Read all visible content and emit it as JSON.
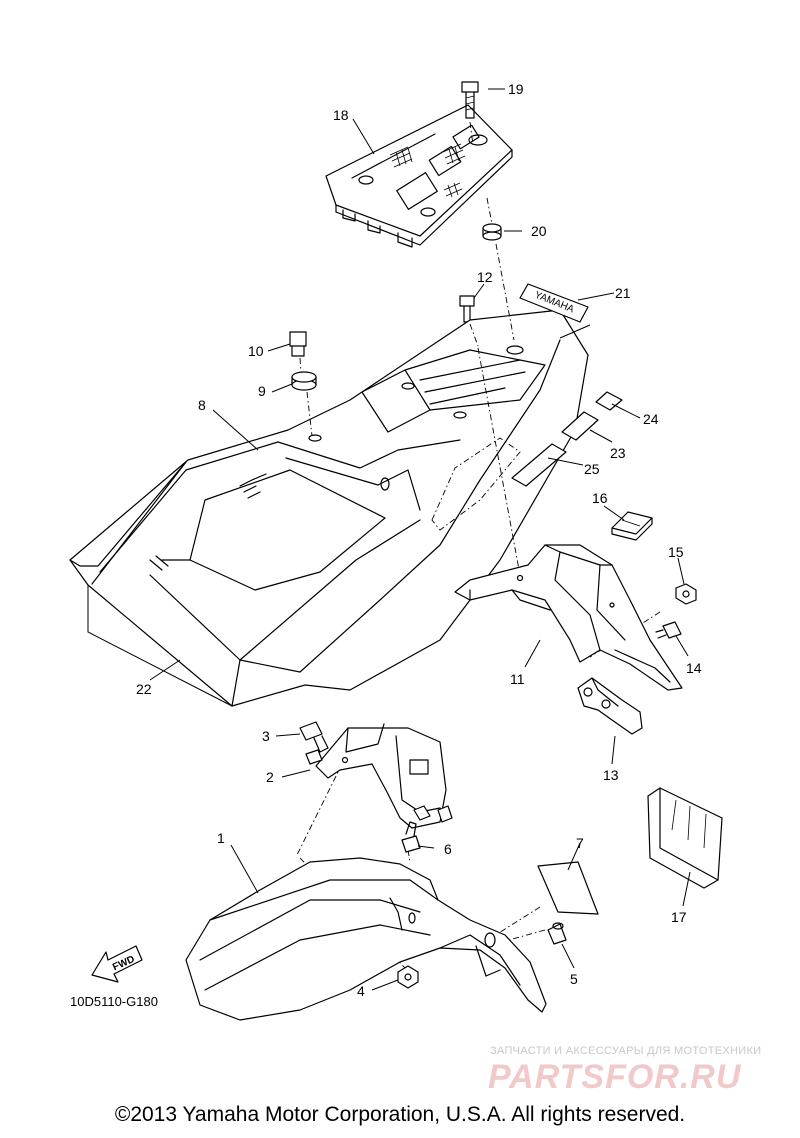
{
  "diagram_code": "10D5110-G180",
  "fwd_label": "FWD",
  "decal_text": "YAMAHA",
  "copyright": "©2013 Yamaha Motor Corporation, U.S.A. All rights reserved.",
  "watermark": {
    "tagline": "ЗАПЧАСТИ И АКСЕССУАРЫ ДЛЯ МОТОТЕХНИКИ",
    "logo": "PARTSFOR.RU"
  },
  "callouts": [
    "1",
    "2",
    "3",
    "4",
    "5",
    "6",
    "7",
    "8",
    "9",
    "10",
    "11",
    "12",
    "13",
    "14",
    "15",
    "16",
    "17",
    "18",
    "19",
    "20",
    "21",
    "22",
    "23",
    "24",
    "25"
  ]
}
